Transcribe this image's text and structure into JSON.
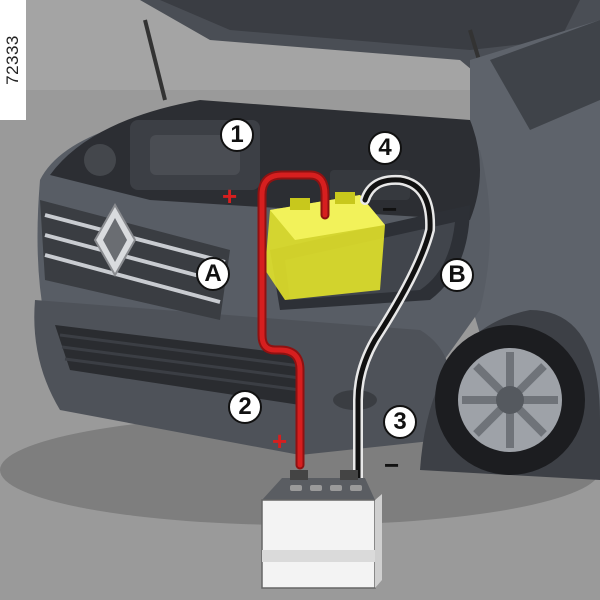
{
  "reference_code": "72333",
  "callouts": {
    "one": "1",
    "two": "2",
    "three": "3",
    "four": "4",
    "a": "A",
    "b": "B"
  },
  "polarity": {
    "plus": "+",
    "minus": "−"
  },
  "colors": {
    "positive_cable": "#d61f1f",
    "negative_cable": "#111111",
    "highlighted_battery": "#e2e22a",
    "vehicle_body": "#555a62",
    "ground": "#9a9a9a"
  },
  "icons": {
    "vehicle": "van-front-with-open-hood",
    "battery": "car-battery",
    "highlighted_battery": "vehicle-battery-highlighted"
  }
}
